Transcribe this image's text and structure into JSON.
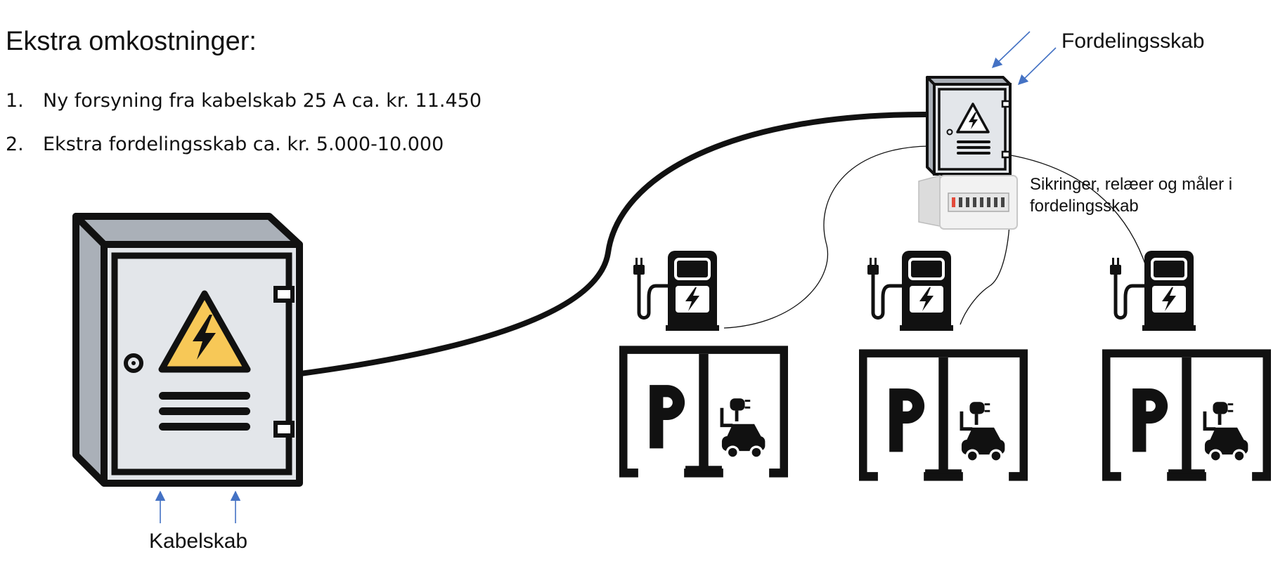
{
  "heading": "Ekstra omkostninger:",
  "cost_items": [
    {
      "number": "1.",
      "text": "Ny forsyning fra kabelskab 25 A ca. kr. 11.450"
    },
    {
      "number": "2.",
      "text": "Ekstra fordelingsskab ca. kr. 5.000-10.000"
    }
  ],
  "labels": {
    "kabelskab": "Kabelskab",
    "fordelingsskab": "Fordelingsskab",
    "sikringer_line1": "Sikringer, relæer og måler i",
    "sikringer_line2": "fordelingsskab"
  },
  "parking_sign_letter": "P",
  "colors": {
    "outline": "#111111",
    "cabinet_face": "#e3e6ea",
    "cabinet_side": "#aab0b8",
    "warning_yellow": "#f7c857",
    "pointer_arrow": "#4472c4"
  },
  "icons": [
    "electrical-cabinet-icon",
    "high-voltage-warning-icon",
    "ev-charging-station-icon",
    "plug-icon",
    "parking-sign-icon",
    "electric-car-icon",
    "fuse-panel-icon"
  ]
}
